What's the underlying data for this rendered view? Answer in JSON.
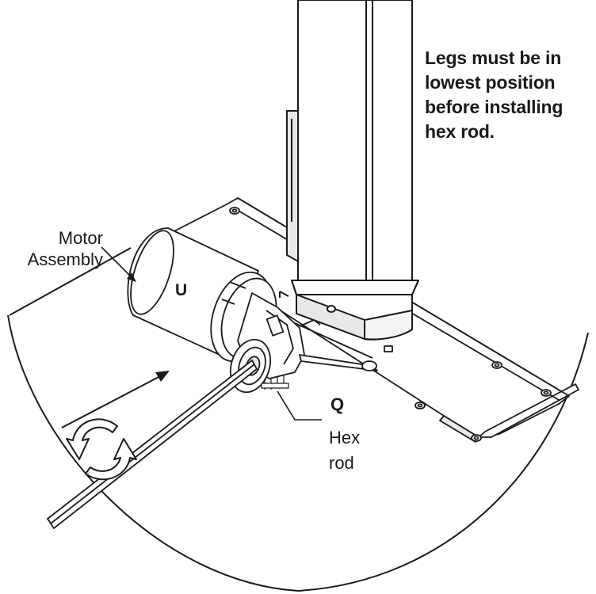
{
  "instruction_note": "Legs must be in\nlowest position\nbefore installing\nhex rod.",
  "callouts": {
    "motor_assembly": "Motor\nAssembly",
    "part_u": "U",
    "part_q": "Q",
    "hex_rod": "Hex\nrod"
  },
  "colors": {
    "line": "#1a1a1a",
    "shade": "#e8e8e8",
    "fill": "#ffffff"
  },
  "icons": {
    "rotate": "rotate-arrows-icon",
    "direction": "insert-direction-arrow-icon"
  }
}
